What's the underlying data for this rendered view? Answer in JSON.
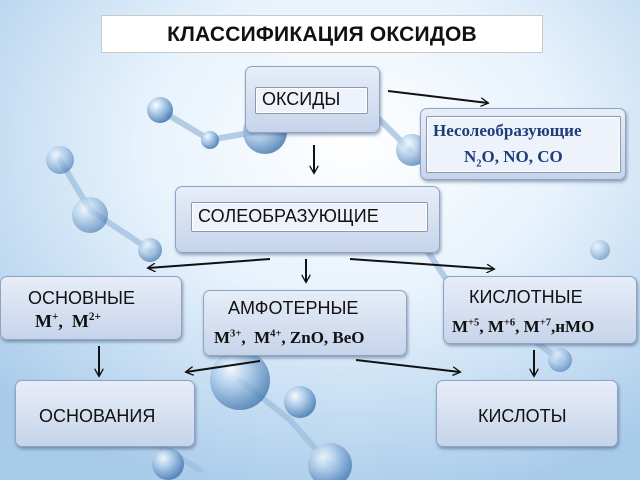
{
  "title": "КЛАССИФИКАЦИЯ ОКСИДОВ",
  "oxides": "ОКСИДЫ",
  "non_salt": {
    "label": "Несолеобразующие",
    "n": "N",
    "n_sub": "2",
    "rest": "O, NO, CO"
  },
  "salt": "СОЛЕОБРАЗУЮЩИЕ",
  "basic": {
    "label": "ОСНОВНЫЕ",
    "m1": "M",
    "s1": "+",
    "sep": ",  ",
    "m2": "M",
    "s2": "2+"
  },
  "amphoteric": {
    "label": "АМФОТЕРНЫЕ",
    "m1": "M",
    "s1": "3+",
    "sep": ",  ",
    "m2": "M",
    "s2": "4+",
    "rest": ", ZnO, BeO"
  },
  "acidic": {
    "label": "КИСЛОТНЫЕ",
    "m1": "M",
    "s1": "+5",
    "sep1": ", ",
    "m2": "M",
    "s2": "+6",
    "sep2": ", ",
    "m3": "M",
    "s3": "+7",
    "rest": ",нMO"
  },
  "bases": "ОСНОВАНИЯ",
  "acids": "КИСЛОТЫ",
  "colors": {
    "box_blue": "#c6d4ea",
    "text_blue": "#1f3d7a",
    "title_bg": "#ffffff"
  }
}
